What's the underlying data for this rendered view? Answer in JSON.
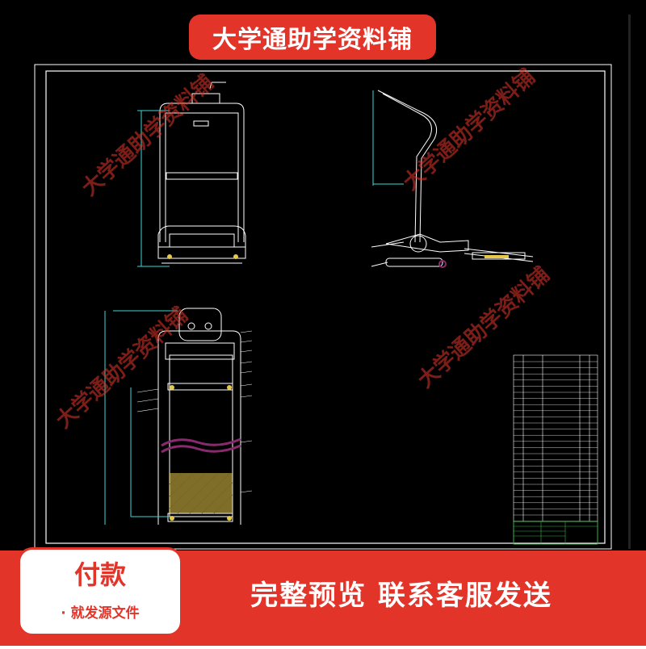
{
  "banner": {
    "title": "大学通助学资料铺"
  },
  "watermark": {
    "text": "大学通助学资料铺"
  },
  "payment": {
    "title": "付款",
    "subtitle": "· 就发源文件"
  },
  "footer": {
    "text": "完整预览  联系客服发送"
  },
  "colors": {
    "accent": "#e3342a",
    "drawing_bg": "#000000",
    "line_white": "#ffffff",
    "line_cyan": "#3fd6d6",
    "line_yellow": "#e6c84a",
    "line_magenta": "#8a2a6e",
    "line_green": "#3ab04a"
  }
}
